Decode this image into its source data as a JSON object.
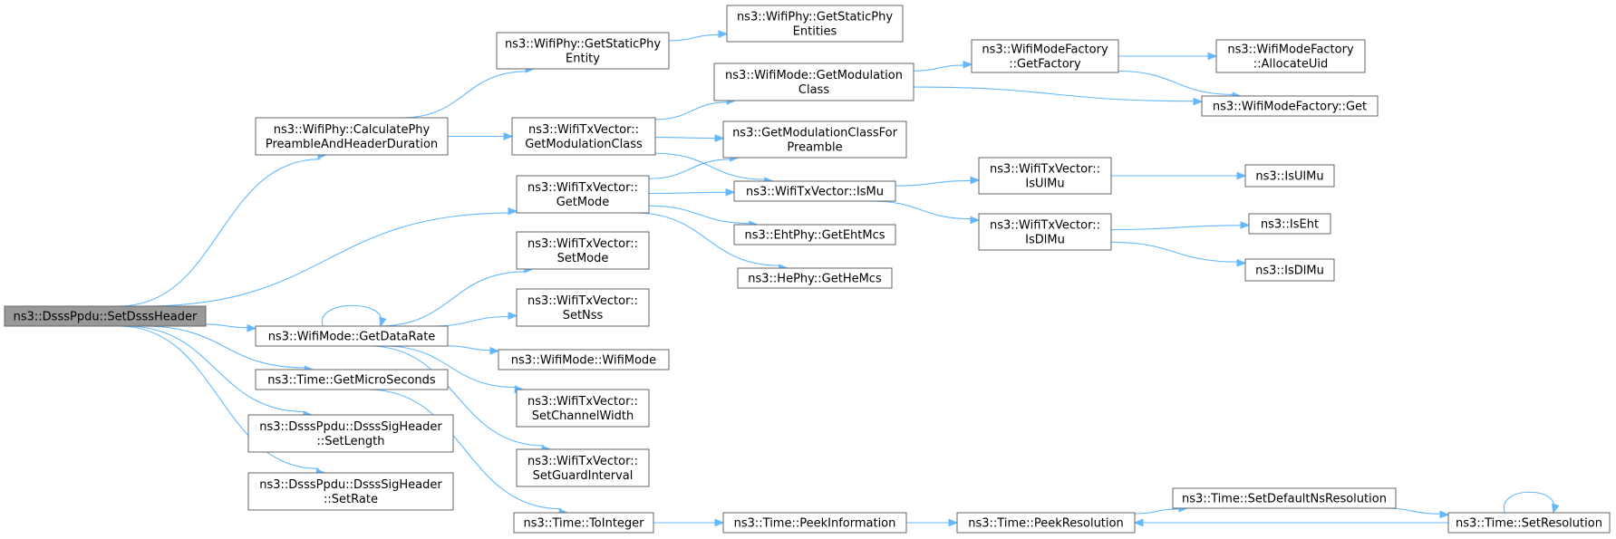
{
  "colors": {
    "edge": "#63b8ff",
    "root_fill": "#999999",
    "node_border": "#666666",
    "background": "#ffffff"
  },
  "nodes": {
    "setDsssHeader": {
      "lines": [
        "ns3::DsssPpdu::SetDsssHeader"
      ]
    },
    "calcPhyPreamble": {
      "lines": [
        "ns3::WifiPhy::CalculatePhy",
        "PreambleAndHeaderDuration"
      ]
    },
    "txvGetMode": {
      "lines": [
        "ns3::WifiTxVector::",
        "GetMode"
      ]
    },
    "wmGetDataRate": {
      "lines": [
        "ns3::WifiMode::GetDataRate"
      ]
    },
    "timeGetMicro": {
      "lines": [
        "ns3::Time::GetMicroSeconds"
      ]
    },
    "sigSetLength": {
      "lines": [
        "ns3::DsssPpdu::DsssSigHeader",
        "::SetLength"
      ]
    },
    "sigSetRate": {
      "lines": [
        "ns3::DsssPpdu::DsssSigHeader",
        "::SetRate"
      ]
    },
    "phyStaticEntity": {
      "lines": [
        "ns3::WifiPhy::GetStaticPhy",
        "Entity"
      ]
    },
    "phyStaticEntities": {
      "lines": [
        "ns3::WifiPhy::GetStaticPhy",
        "Entities"
      ]
    },
    "txvGetModClass": {
      "lines": [
        "ns3::WifiTxVector::",
        "GetModulationClass"
      ]
    },
    "wmGetModClass": {
      "lines": [
        "ns3::WifiMode::GetModulation",
        "Class"
      ]
    },
    "wmfGetFactory": {
      "lines": [
        "ns3::WifiModeFactory",
        "::GetFactory"
      ]
    },
    "wmfAllocateUid": {
      "lines": [
        "ns3::WifiModeFactory",
        "::AllocateUid"
      ]
    },
    "wmfGet": {
      "lines": [
        "ns3::WifiModeFactory::Get"
      ]
    },
    "getModClassPreamble": {
      "lines": [
        "ns3::GetModulationClassFor",
        "Preamble"
      ]
    },
    "txvIsMu": {
      "lines": [
        "ns3::WifiTxVector::IsMu"
      ]
    },
    "txvIsUlMu": {
      "lines": [
        "ns3::WifiTxVector::",
        "IsUlMu"
      ]
    },
    "isUlMu": {
      "lines": [
        "ns3::IsUlMu"
      ]
    },
    "txvIsDlMu": {
      "lines": [
        "ns3::WifiTxVector::",
        "IsDlMu"
      ]
    },
    "isEht": {
      "lines": [
        "ns3::IsEht"
      ]
    },
    "isDlMu": {
      "lines": [
        "ns3::IsDlMu"
      ]
    },
    "ehtGetMcs": {
      "lines": [
        "ns3::EhtPhy::GetEhtMcs"
      ]
    },
    "heGetMcs": {
      "lines": [
        "ns3::HePhy::GetHeMcs"
      ]
    },
    "txvSetMode": {
      "lines": [
        "ns3::WifiTxVector::",
        "SetMode"
      ]
    },
    "txvSetNss": {
      "lines": [
        "ns3::WifiTxVector::",
        "SetNss"
      ]
    },
    "wmWifiMode": {
      "lines": [
        "ns3::WifiMode::WifiMode"
      ]
    },
    "txvSetChanWidth": {
      "lines": [
        "ns3::WifiTxVector::",
        "SetChannelWidth"
      ]
    },
    "txvSetGuard": {
      "lines": [
        "ns3::WifiTxVector::",
        "SetGuardInterval"
      ]
    },
    "timeToInteger": {
      "lines": [
        "ns3::Time::ToInteger"
      ]
    },
    "timePeekInfo": {
      "lines": [
        "ns3::Time::PeekInformation"
      ]
    },
    "timePeekRes": {
      "lines": [
        "ns3::Time::PeekResolution"
      ]
    },
    "timeSetDefaultNs": {
      "lines": [
        "ns3::Time::SetDefaultNsResolution"
      ]
    },
    "timeSetRes": {
      "lines": [
        "ns3::Time::SetResolution"
      ]
    }
  },
  "edges": [
    [
      "setDsssHeader",
      "calcPhyPreamble"
    ],
    [
      "setDsssHeader",
      "txvGetMode"
    ],
    [
      "setDsssHeader",
      "wmGetDataRate"
    ],
    [
      "setDsssHeader",
      "timeGetMicro"
    ],
    [
      "setDsssHeader",
      "sigSetLength"
    ],
    [
      "setDsssHeader",
      "sigSetRate"
    ],
    [
      "calcPhyPreamble",
      "phyStaticEntity"
    ],
    [
      "calcPhyPreamble",
      "txvGetModClass"
    ],
    [
      "phyStaticEntity",
      "phyStaticEntities"
    ],
    [
      "txvGetModClass",
      "wmGetModClass"
    ],
    [
      "txvGetModClass",
      "getModClassPreamble"
    ],
    [
      "txvGetModClass",
      "txvIsMu"
    ],
    [
      "wmGetModClass",
      "wmfGetFactory"
    ],
    [
      "wmGetModClass",
      "wmfGet"
    ],
    [
      "wmfGetFactory",
      "wmfAllocateUid"
    ],
    [
      "wmfGetFactory",
      "wmfGet"
    ],
    [
      "txvGetMode",
      "getModClassPreamble"
    ],
    [
      "txvGetMode",
      "txvIsMu"
    ],
    [
      "txvGetMode",
      "ehtGetMcs"
    ],
    [
      "txvGetMode",
      "heGetMcs"
    ],
    [
      "txvIsMu",
      "txvIsUlMu"
    ],
    [
      "txvIsMu",
      "txvIsDlMu"
    ],
    [
      "txvIsUlMu",
      "isUlMu"
    ],
    [
      "txvIsDlMu",
      "isEht"
    ],
    [
      "txvIsDlMu",
      "isDlMu"
    ],
    [
      "wmGetDataRate",
      "wmGetDataRate"
    ],
    [
      "wmGetDataRate",
      "txvSetMode"
    ],
    [
      "wmGetDataRate",
      "txvSetNss"
    ],
    [
      "wmGetDataRate",
      "wmWifiMode"
    ],
    [
      "wmGetDataRate",
      "txvSetChanWidth"
    ],
    [
      "wmGetDataRate",
      "txvSetGuard"
    ],
    [
      "timeGetMicro",
      "timeToInteger"
    ],
    [
      "timeToInteger",
      "timePeekInfo"
    ],
    [
      "timePeekInfo",
      "timePeekRes"
    ],
    [
      "timePeekRes",
      "timeSetDefaultNs"
    ],
    [
      "timeSetDefaultNs",
      "timeSetRes"
    ],
    [
      "timeSetRes",
      "timePeekRes"
    ],
    [
      "timeSetRes",
      "timeSetRes"
    ]
  ]
}
